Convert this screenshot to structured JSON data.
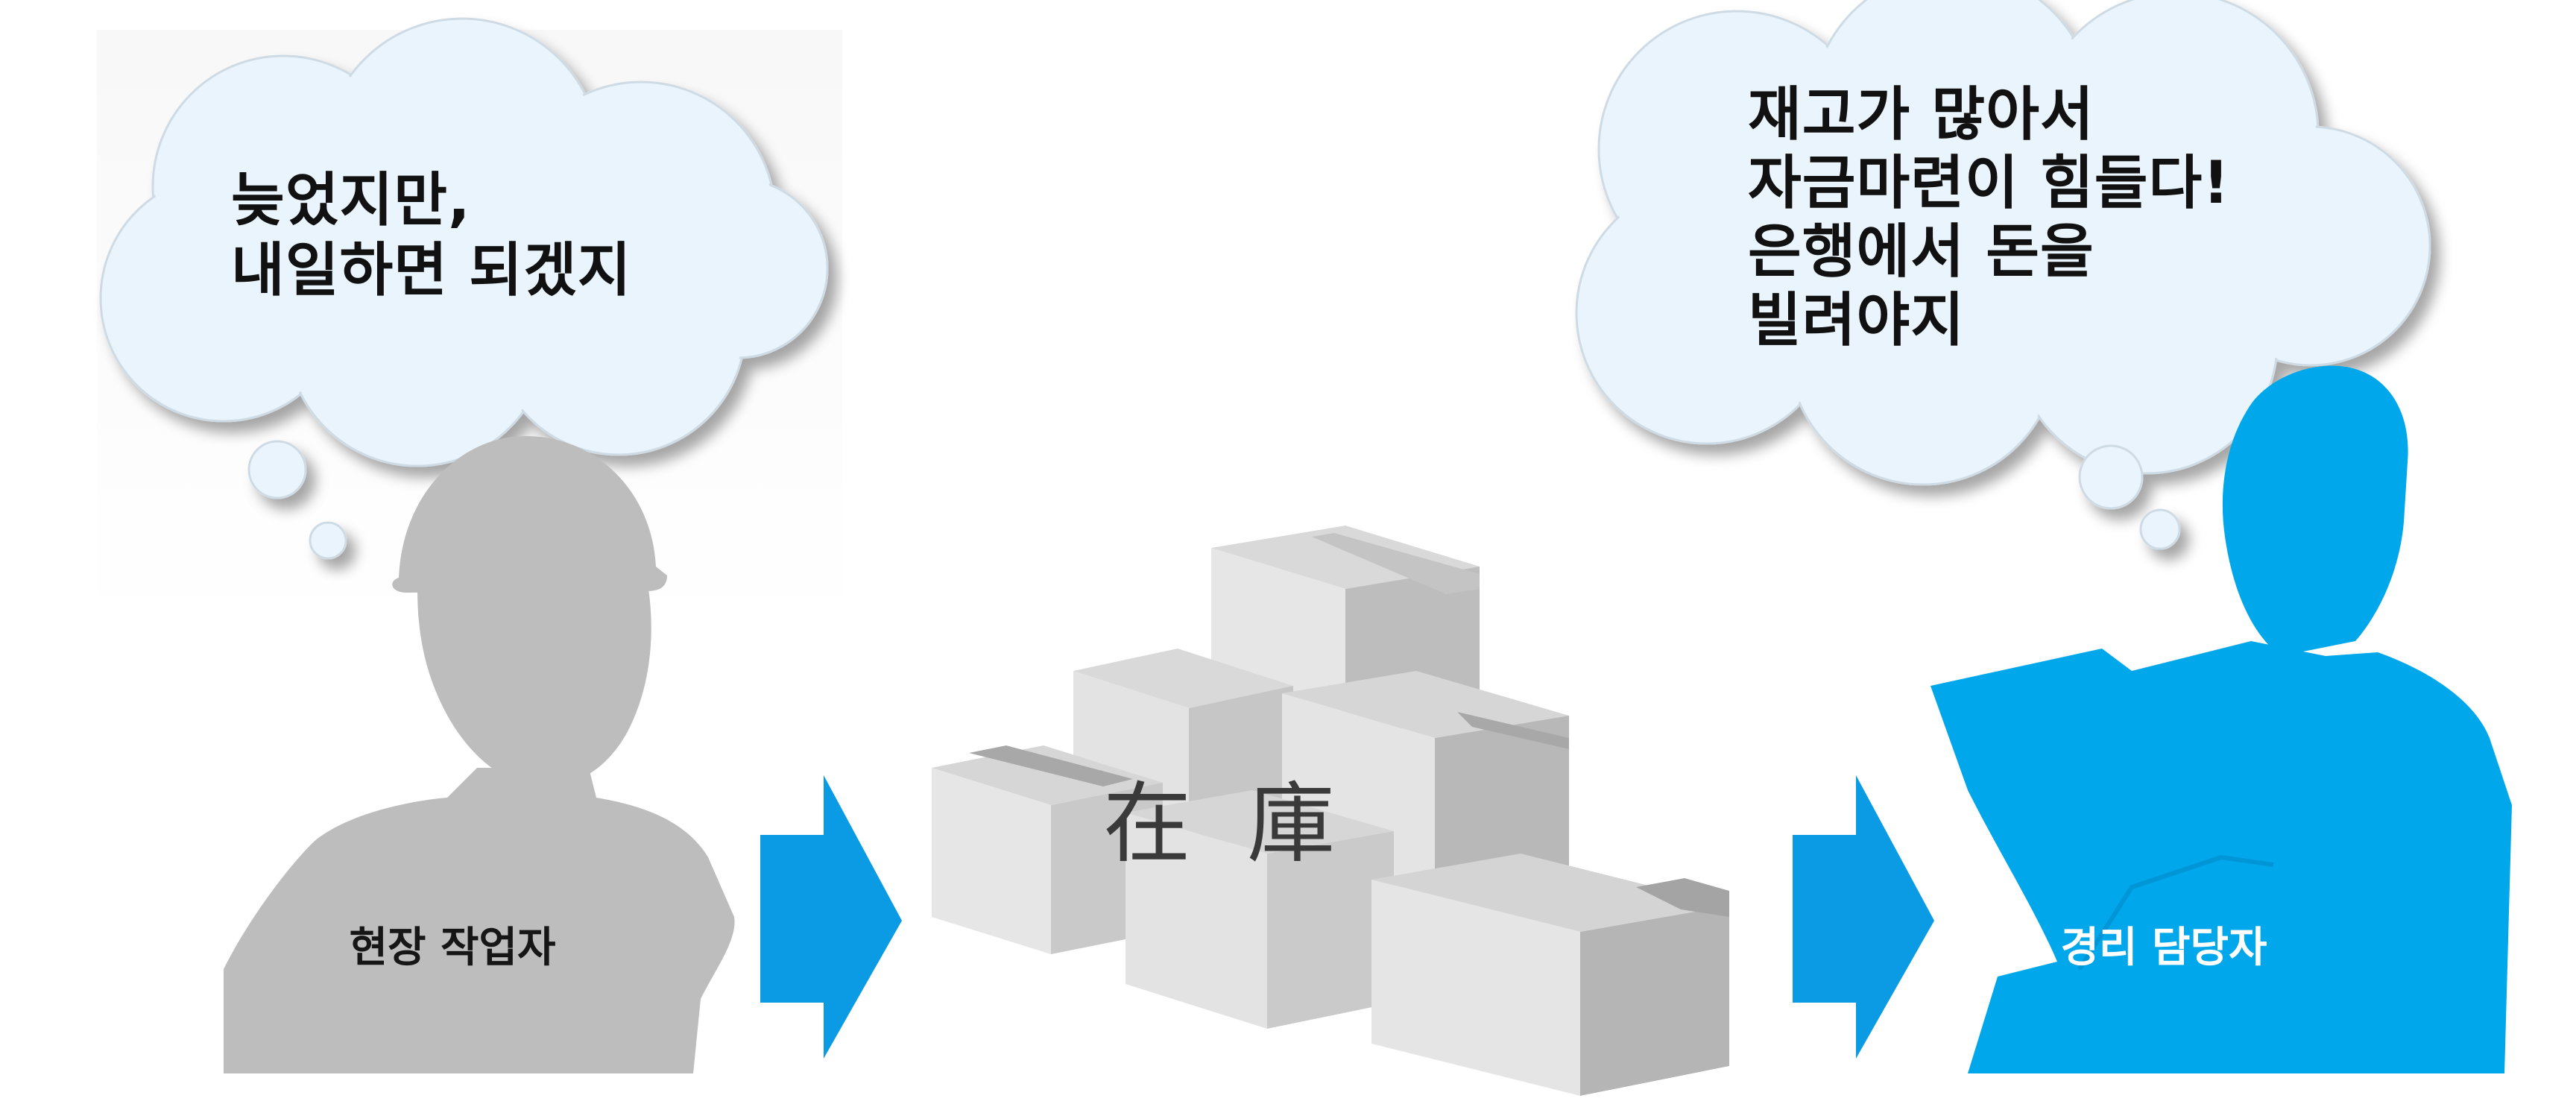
{
  "left_bubble": {
    "lines": "늦었지만,\n내일하면 되겠지"
  },
  "right_bubble": {
    "lines": "재고가 많아서\n자금마련이 힘들다!\n은행에서 돈을\n빌려야지"
  },
  "worker": {
    "label": "현장 작업자"
  },
  "stock": {
    "label": "在  庫"
  },
  "manager": {
    "label": "경리 담당자"
  },
  "colors": {
    "cloud_fill": "#e9f4fc",
    "cloud_edge": "#c9d5de",
    "worker_silhouette": "#bdbdbd",
    "manager_silhouette": "#00a7ea",
    "arrow": "#0a9be4",
    "box_light": "#e4e4e4",
    "box_mid": "#cfcfcf",
    "box_dark": "#b4b4b4"
  }
}
